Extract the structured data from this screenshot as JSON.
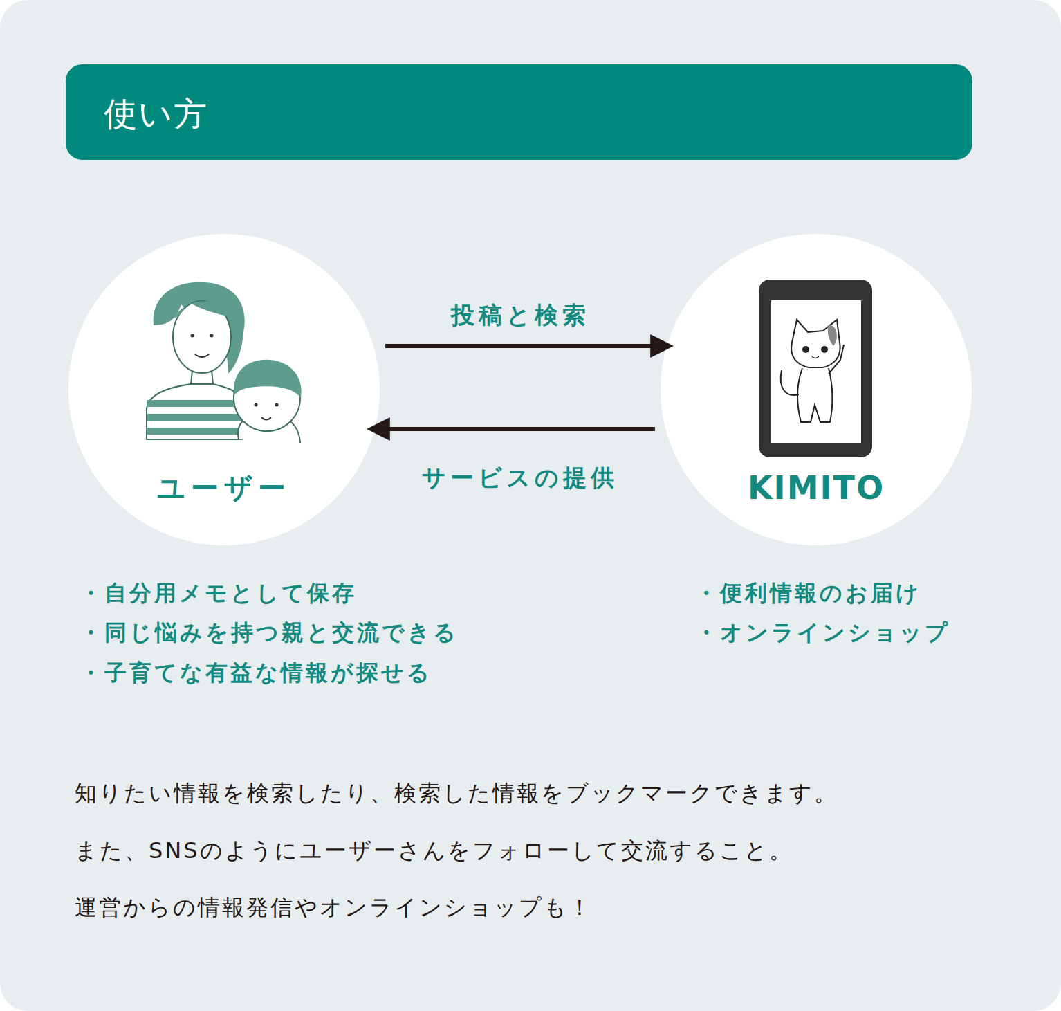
{
  "diagram": {
    "title": "使い方",
    "nodes": [
      {
        "text": [
          "ユーザー"
        ]
      },
      {
        "text": [
          "KIMITO"
        ]
      }
    ],
    "edges": [
      {
        "from": 0,
        "to": 1,
        "arrow": "to",
        "label": "投稿と検索"
      },
      {
        "from": 1,
        "to": 0,
        "arrow": "to",
        "label": "サービスの提供"
      }
    ],
    "labels": [
      "・自分用メモとして保存",
      "・同じ悩みを持つ親と交流できる",
      "・子育てな有益な情報が探せる",
      "・便利情報のお届け",
      "・オンラインショップ",
      "知りたい情報を検索したり、検索した情報をブックマークできます。",
      "また、SNSのようにユーザーさんをフォローして交流すること。",
      "運営からの情報発信やオンラインショップも！"
    ]
  }
}
